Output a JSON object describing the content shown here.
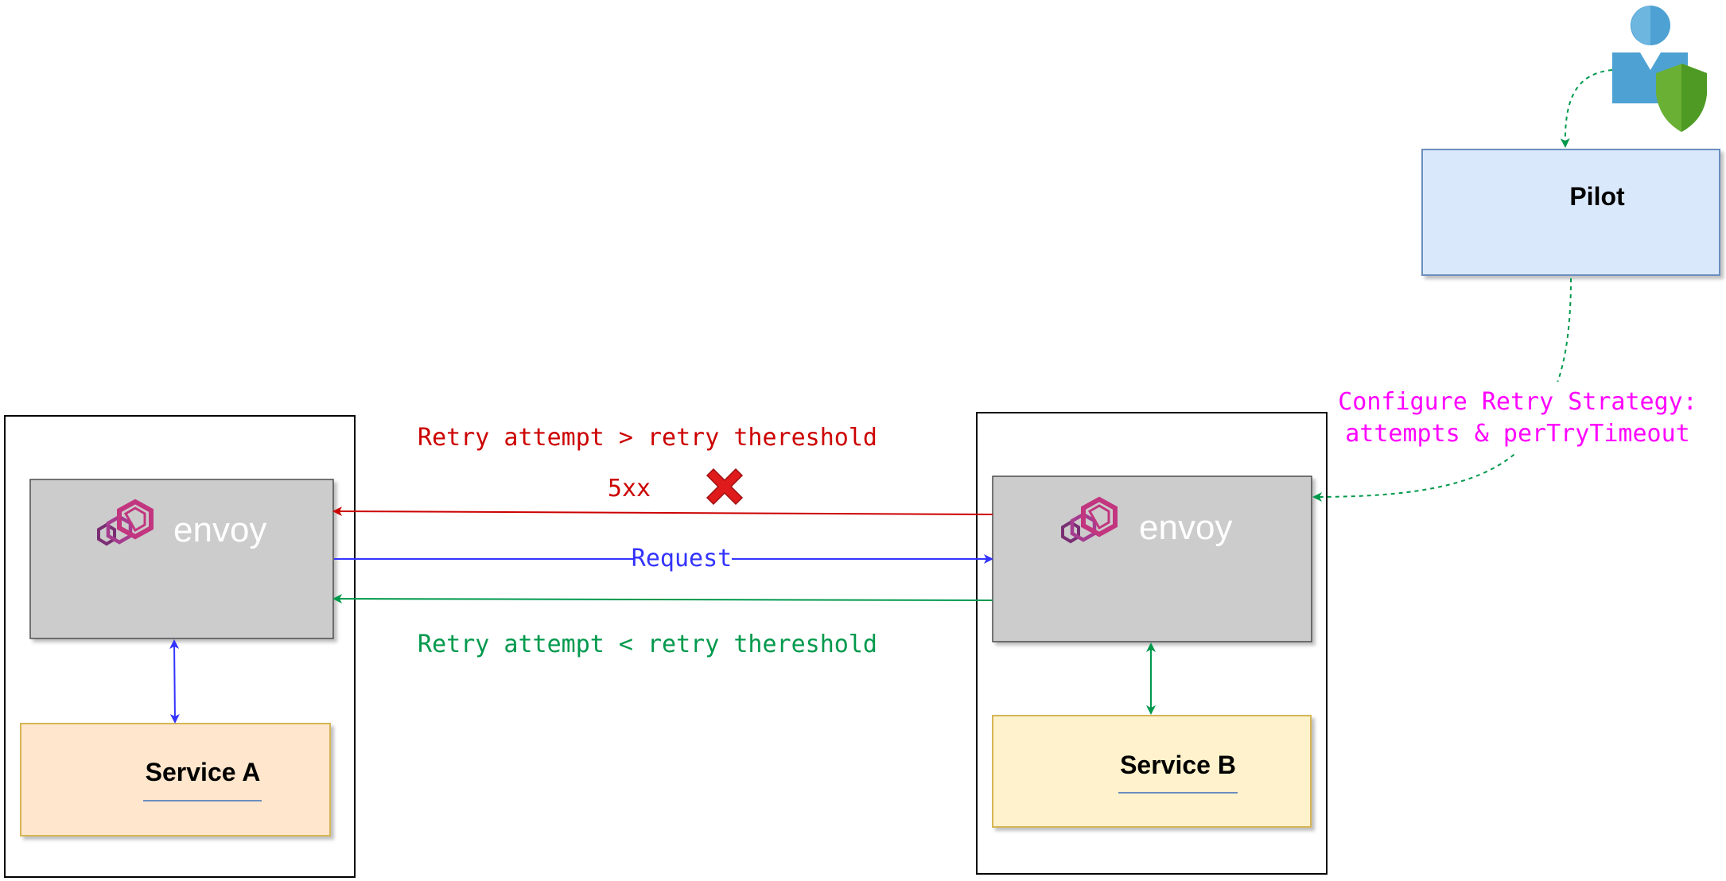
{
  "colors": {
    "retry_fail": "#cc0000",
    "request": "#3333ff",
    "retry_ok": "#00994c",
    "annotation": "#ff00ff",
    "envoy_logo": "#c2357f",
    "envoy_box": "#cccccc",
    "service_a_fill": "#ffe6cc",
    "service_b_fill": "#fff2cc",
    "pilot_fill": "#dae8fc"
  },
  "nodes": {
    "envoy_a": {
      "logo_text": "envoy",
      "icon": "envoy-logo-icon"
    },
    "envoy_b": {
      "logo_text": "envoy",
      "icon": "envoy-logo-icon"
    },
    "service_a": {
      "label": "Service A"
    },
    "service_b": {
      "label": "Service B"
    },
    "pilot": {
      "label": "Pilot"
    },
    "admin": {
      "icon": "user-shield-icon"
    }
  },
  "edges": {
    "retry_fail": {
      "label": "Retry attempt > retry thereshold",
      "code": "5xx",
      "icon": "error-x-icon"
    },
    "request": {
      "label": "Request"
    },
    "retry_ok": {
      "label": "Retry attempt < retry thereshold"
    },
    "config": {
      "label_line1": "Configure Retry Strategy:",
      "label_line2": "attempts & perTryTimeout"
    }
  }
}
